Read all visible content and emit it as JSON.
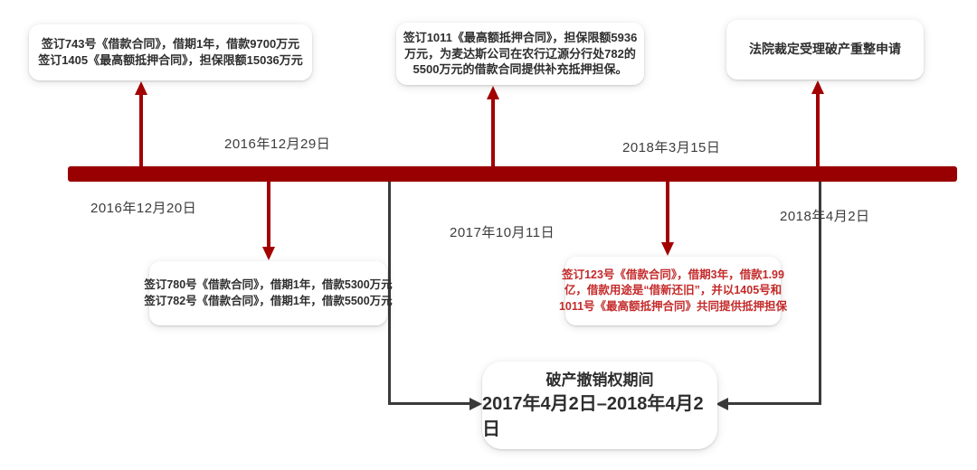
{
  "colors": {
    "bar": "#990001",
    "arrow": "#A30000",
    "connector": "#3A3A3A",
    "red_text": "#C42A2A",
    "dark_text": "#2E2E2E",
    "date_text": "#3D3D3D"
  },
  "dates": {
    "d20161220": "2016年12月20日",
    "d20161229": "2016年12月29日",
    "d20171011": "2017年10月11日",
    "d20180315": "2018年3月15日",
    "d20180402": "2018年4月2日"
  },
  "events": {
    "loan743": {
      "lines": [
        "签订743号《借款合同》，借期1年，借款9700万元",
        "签订1405《最高额抵押合同》，担保限额15036万元"
      ]
    },
    "loan780": {
      "lines": [
        "签订780号《借款合同》，借期1年，借款5300万元",
        "签订782号《借款合同》，借期1年，借款5500万元"
      ]
    },
    "mortgage1011": {
      "lines": [
        "签订1011《最高额抵押合同》，担保限额5936",
        "万元，为麦达斯公司在农行辽源分行处782的",
        "5500万元的借款合同提供补充抵押担保。"
      ]
    },
    "loan123": {
      "lines": [
        "签订123号《借款合同》，借期3年，借款1.99",
        "亿，借款用途是“借新还旧”，并以1405号和",
        "1011号《最高额抵押合同》共同提供抵押担保"
      ]
    },
    "court": {
      "lines": [
        "法院裁定受理破产重整申请"
      ]
    },
    "revocation_period": {
      "title": "破产撤销权期间",
      "range": "2017年4月2日–2018年4月2日"
    }
  }
}
